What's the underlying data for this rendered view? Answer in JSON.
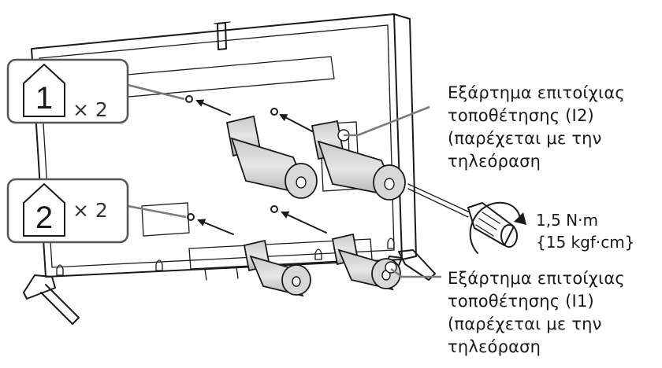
{
  "colors": {
    "line": "#1a1a1a",
    "leader": "#7a7a7a",
    "part_light": "#d8d8d8",
    "part_dark": "#b4b4b4",
    "badge_border": "#555555"
  },
  "step1": {
    "number": "1",
    "count": "× 2"
  },
  "step2": {
    "number": "2",
    "count": "× 2"
  },
  "bracket_top": {
    "line1": "Εξάρτημα επιτοίχιας",
    "line2": "τοποθέτησης (I2)",
    "line3": "(παρέχεται με την",
    "line4": "τηλεόραση"
  },
  "bracket_bottom": {
    "line1": "Εξάρτημα επιτοίχιας",
    "line2": "τοποθέτησης (I1)",
    "line3": "(παρέχεται με την",
    "line4": "τηλεόραση"
  },
  "torque": {
    "line1": "1,5 N·m",
    "line2": "{15 kgf·cm}"
  },
  "icons": [
    "step-number-1-icon",
    "step-number-2-icon",
    "screwdriver-icon",
    "rotation-arrow-icon",
    "insertion-arrow-icon"
  ]
}
